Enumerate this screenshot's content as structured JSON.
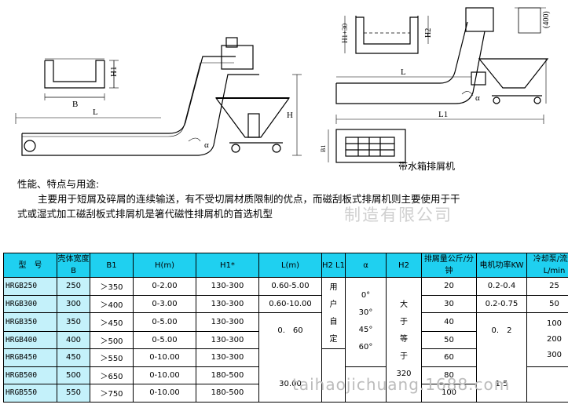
{
  "drawing": {
    "labels": {
      "H1_left": "H1",
      "B_left": "B",
      "L_left": "L",
      "H_left": "H",
      "alpha_left": "α",
      "H1_30": "H1+30",
      "H2": "H2",
      "dim_400": "(400)",
      "L_right": "L",
      "L1_right": "L1",
      "B1_right": "B1",
      "alpha_right": "α"
    },
    "caption": "带水箱排屑机"
  },
  "text": {
    "heading": "性能、特点与用途:",
    "para1": "主要用于短屑及碎屑的连续输送，有不受切屑材质限制的优点，而磁刮板式排屑机则主要使用于干",
    "para2": "式或湿式加工磁刮板式排屑机是箸代磁性排屑机的首选机型",
    "watermark": "制造有限公司",
    "watermark2": "taihaojichuang.1688.com"
  },
  "table": {
    "headers": [
      "型　号",
      "壳体宽度B",
      "B1",
      "H(m)",
      "H1*",
      "L(m)",
      "H2 L1",
      "α",
      "H2",
      "排屑量公斤/分钟",
      "电机功率KW",
      "冷却泵/流量L/min"
    ],
    "rows": [
      {
        "model": "HRGB250",
        "width": "250",
        "b1": "＞350",
        "h": "0-2.00",
        "h1": "130-300",
        "l": "0.60-5.00",
        "out": "20",
        "flow": "25"
      },
      {
        "model": "HRGB300",
        "width": "300",
        "b1": "＞400",
        "h": "0-3.00",
        "h1": "130-300",
        "l": "0.60-10.00",
        "out": "30",
        "flow": "50"
      },
      {
        "model": "HRGB350",
        "width": "350",
        "b1": "＞450",
        "h": "0-5.00",
        "h1": "130-300",
        "out": "40",
        "flow": "100"
      },
      {
        "model": "HRGB400",
        "width": "400",
        "b1": "＞500",
        "h": "0-5.00",
        "h1": "130-300",
        "out": "50",
        "flow": "200"
      },
      {
        "model": "HRGB450",
        "width": "450",
        "b1": "＞550",
        "h": "0-10.00",
        "h1": "130-300",
        "out": "60",
        "flow": "300"
      },
      {
        "model": "HRGB500",
        "width": "500",
        "b1": "＞650",
        "h": "0-10.00",
        "h1": "180-500",
        "out": "80"
      },
      {
        "model": "HRGB550",
        "width": "550",
        "b1": "＞750",
        "h": "0-10.00",
        "h1": "180-500",
        "out": "100"
      }
    ],
    "l_merged": "0.　60\n\n\n\n30.00",
    "h2l1_merged": "用\n户\n自\n定",
    "alpha_merged": "0°\n30°\n45°\n60°",
    "h2_merged": "大\n于\n等\n于\n320",
    "power_a": "0.2-0.4",
    "power_b": "0.2-0.75",
    "power_c": "0.　2\n\n\n\n1.5"
  }
}
